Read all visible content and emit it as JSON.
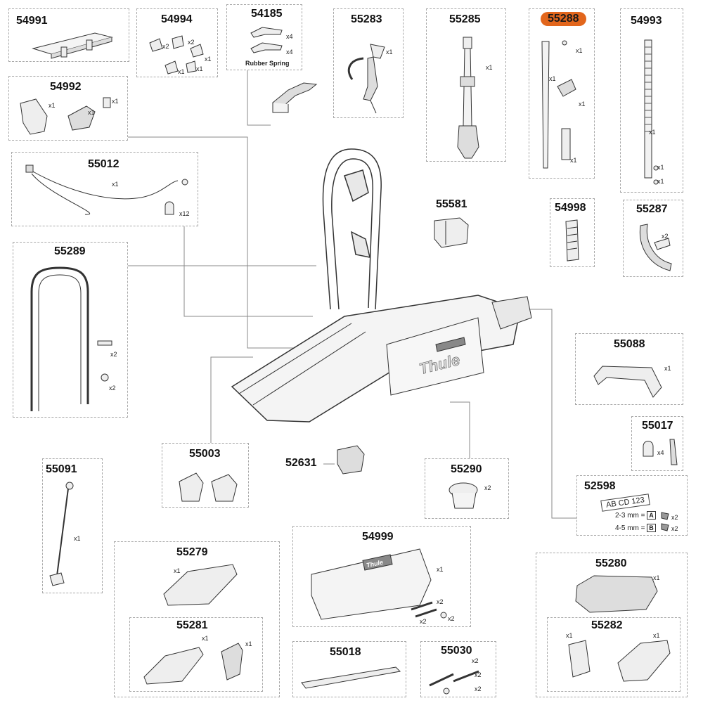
{
  "parts": [
    {
      "id": "p54991",
      "number": "54991",
      "qty": []
    },
    {
      "id": "p54994",
      "number": "54994",
      "qty": [
        "x2",
        "x2",
        "x1",
        "x1",
        "x1"
      ]
    },
    {
      "id": "p54185",
      "number": "54185",
      "qty": [
        "x4",
        "x4"
      ],
      "caption": "Rubber Spring"
    },
    {
      "id": "p55283",
      "number": "55283",
      "qty": [
        "x1"
      ]
    },
    {
      "id": "p55285",
      "number": "55285",
      "qty": [
        "x1"
      ]
    },
    {
      "id": "p55288",
      "number": "55288",
      "qty": [
        "x1",
        "x1",
        "x1",
        "x1"
      ],
      "highlighted": true
    },
    {
      "id": "p54993",
      "number": "54993",
      "qty": [
        "x1",
        "x1",
        "x1"
      ]
    },
    {
      "id": "p54992",
      "number": "54992",
      "qty": [
        "x1",
        "x1",
        "x1"
      ]
    },
    {
      "id": "p55012",
      "number": "55012",
      "qty": [
        "x1",
        "x12"
      ]
    },
    {
      "id": "p55581",
      "number": "55581",
      "qty": []
    },
    {
      "id": "p54998",
      "number": "54998",
      "qty": []
    },
    {
      "id": "p55287",
      "number": "55287",
      "qty": [
        "x2"
      ]
    },
    {
      "id": "p55289",
      "number": "55289",
      "qty": [
        "x2",
        "x2"
      ]
    },
    {
      "id": "p55088",
      "number": "55088",
      "qty": [
        "x1"
      ]
    },
    {
      "id": "p55017",
      "number": "55017",
      "qty": [
        "x4"
      ]
    },
    {
      "id": "p55003",
      "number": "55003",
      "qty": []
    },
    {
      "id": "p52631",
      "number": "52631",
      "qty": []
    },
    {
      "id": "p55290",
      "number": "55290",
      "qty": [
        "x2"
      ]
    },
    {
      "id": "p52598",
      "number": "52598",
      "qty": [
        "x2",
        "x2"
      ],
      "plate_text": "AB CD 123",
      "rows": [
        {
          "label": "2-3 mm =",
          "key": "A"
        },
        {
          "label": "4-5 mm =",
          "key": "B"
        }
      ]
    },
    {
      "id": "p55091",
      "number": "55091",
      "qty": [
        "x1"
      ]
    },
    {
      "id": "p54999",
      "number": "54999",
      "qty": [
        "x1",
        "x2",
        "x2",
        "x2"
      ],
      "brand": "Thule"
    },
    {
      "id": "p55279",
      "number": "55279",
      "qty": [
        "x1"
      ]
    },
    {
      "id": "p55281",
      "number": "55281",
      "qty": [
        "x1",
        "x1"
      ]
    },
    {
      "id": "p55280",
      "number": "55280",
      "qty": [
        "x1"
      ]
    },
    {
      "id": "p55282",
      "number": "55282",
      "qty": [
        "x1",
        "x1"
      ]
    },
    {
      "id": "p55018",
      "number": "55018",
      "qty": []
    },
    {
      "id": "p55030",
      "number": "55030",
      "qty": [
        "x2",
        "x2",
        "x2"
      ]
    }
  ],
  "main_product": {
    "brand": "Thule"
  },
  "colors": {
    "highlight": "#e2661c",
    "border": "#a8a8a8",
    "line": "#777777"
  }
}
